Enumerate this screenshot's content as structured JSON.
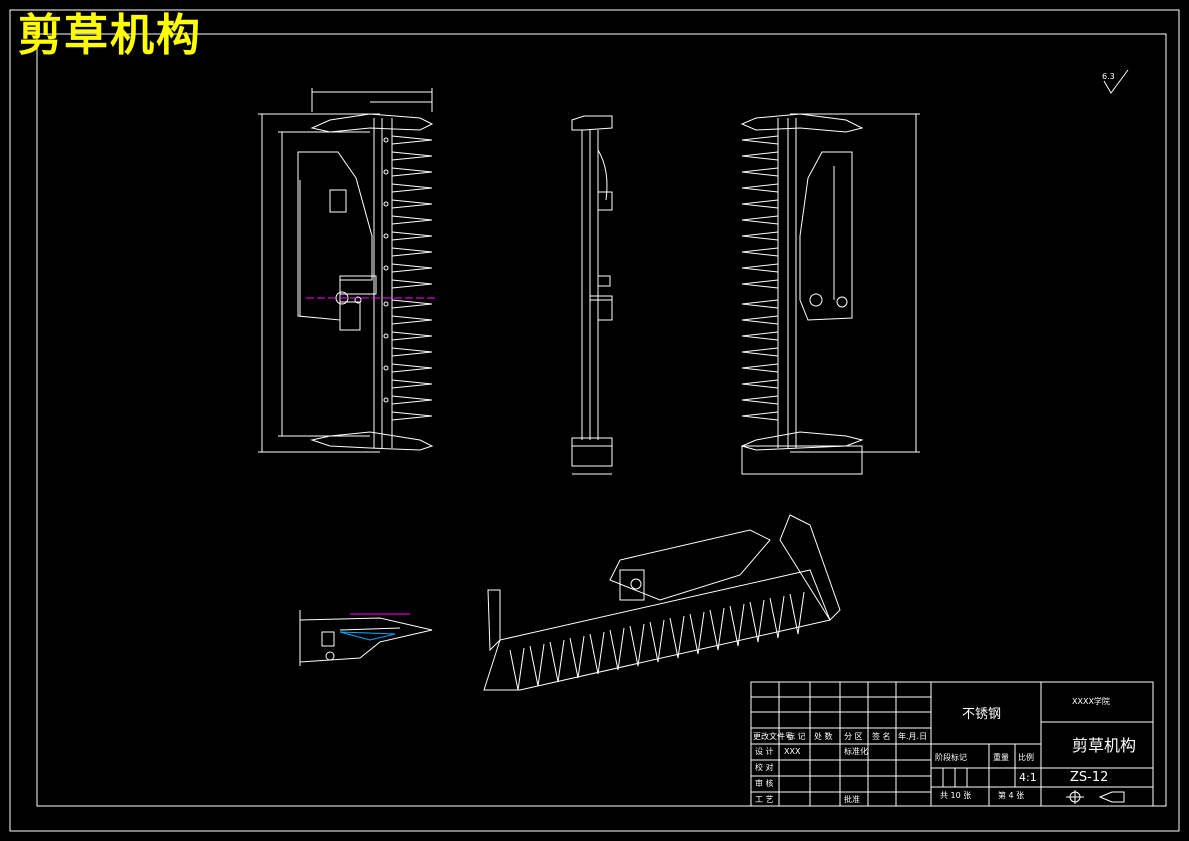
{
  "drawing_title": "剪草机构",
  "surface_roughness": "6.3",
  "title_block": {
    "material": "不锈钢",
    "school": "XXXX学院",
    "part_name": "剪草机构",
    "scale": "4:1",
    "drawing_number": "ZS-12",
    "total_sheets": "共 10 张",
    "sheet_number": "第 4 张",
    "header_labels": [
      "更改文件号",
      "标 记",
      "处 数",
      "分 区",
      "签 名",
      "年.月.日"
    ],
    "row_labels": [
      "设 计",
      "校 对",
      "审 核",
      "工 艺"
    ],
    "designer": "XXX",
    "standardization": "标准化",
    "approval": "批准",
    "stage_label": "阶段标记",
    "weight_label": "重量",
    "scale_label": "比例"
  },
  "colors": {
    "background": "#000000",
    "line": "#ffffff",
    "title": "#ffff00",
    "center_line": "#ff00ff"
  }
}
